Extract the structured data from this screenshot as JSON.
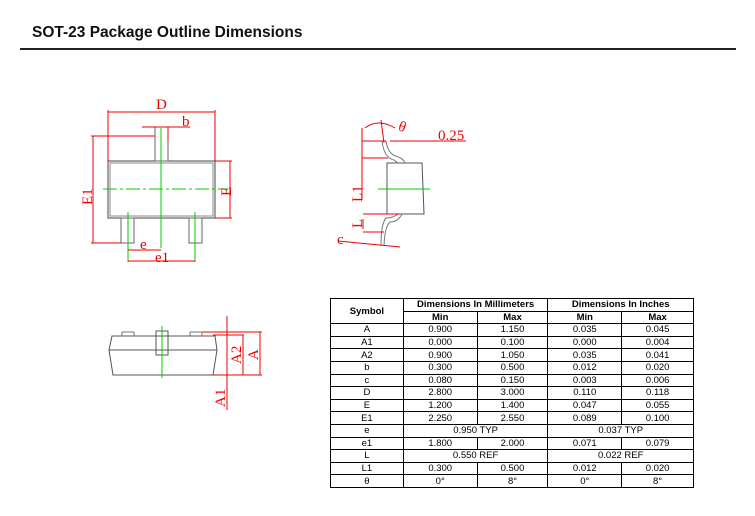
{
  "header": {
    "title": "SOT-23 Package Outline Dimensions"
  },
  "drawing_labels": {
    "D": "D",
    "b": "b",
    "E1": "E1",
    "E": "E",
    "e": "e",
    "e1": "e1",
    "theta": "θ",
    "gap": "0.25",
    "L1": "L1",
    "L": "L",
    "c": "c",
    "A": "A",
    "A1": "A1",
    "A2": "A2"
  },
  "table": {
    "symbol_header": "Symbol",
    "mm_header": "Dimensions In Millimeters",
    "in_header": "Dimensions In Inches",
    "min_label": "Min",
    "max_label": "Max",
    "rows": [
      {
        "symbol": "A",
        "mm_min": "0.900",
        "mm_max": "1.150",
        "in_min": "0.035",
        "in_max": "0.045"
      },
      {
        "symbol": "A1",
        "mm_min": "0.000",
        "mm_max": "0.100",
        "in_min": "0.000",
        "in_max": "0.004"
      },
      {
        "symbol": "A2",
        "mm_min": "0.900",
        "mm_max": "1.050",
        "in_min": "0.035",
        "in_max": "0.041"
      },
      {
        "symbol": "b",
        "mm_min": "0.300",
        "mm_max": "0.500",
        "in_min": "0.012",
        "in_max": "0.020"
      },
      {
        "symbol": "c",
        "mm_min": "0.080",
        "mm_max": "0.150",
        "in_min": "0.003",
        "in_max": "0.006"
      },
      {
        "symbol": "D",
        "mm_min": "2.800",
        "mm_max": "3.000",
        "in_min": "0.110",
        "in_max": "0.118"
      },
      {
        "symbol": "E",
        "mm_min": "1.200",
        "mm_max": "1.400",
        "in_min": "0.047",
        "in_max": "0.055"
      },
      {
        "symbol": "E1",
        "mm_min": "2.250",
        "mm_max": "2.550",
        "in_min": "0.089",
        "in_max": "0.100"
      },
      {
        "symbol": "e",
        "mm_span": "0.950 TYP",
        "in_span": "0.037 TYP"
      },
      {
        "symbol": "e1",
        "mm_min": "1.800",
        "mm_max": "2.000",
        "in_min": "0.071",
        "in_max": "0.079"
      },
      {
        "symbol": "L",
        "mm_span": "0.550 REF",
        "in_span": "0.022 REF"
      },
      {
        "symbol": "L1",
        "mm_min": "0.300",
        "mm_max": "0.500",
        "in_min": "0.012",
        "in_max": "0.020"
      },
      {
        "symbol": "θ",
        "mm_min": "0°",
        "mm_max": "8°",
        "in_min": "0°",
        "in_max": "8°"
      }
    ]
  }
}
